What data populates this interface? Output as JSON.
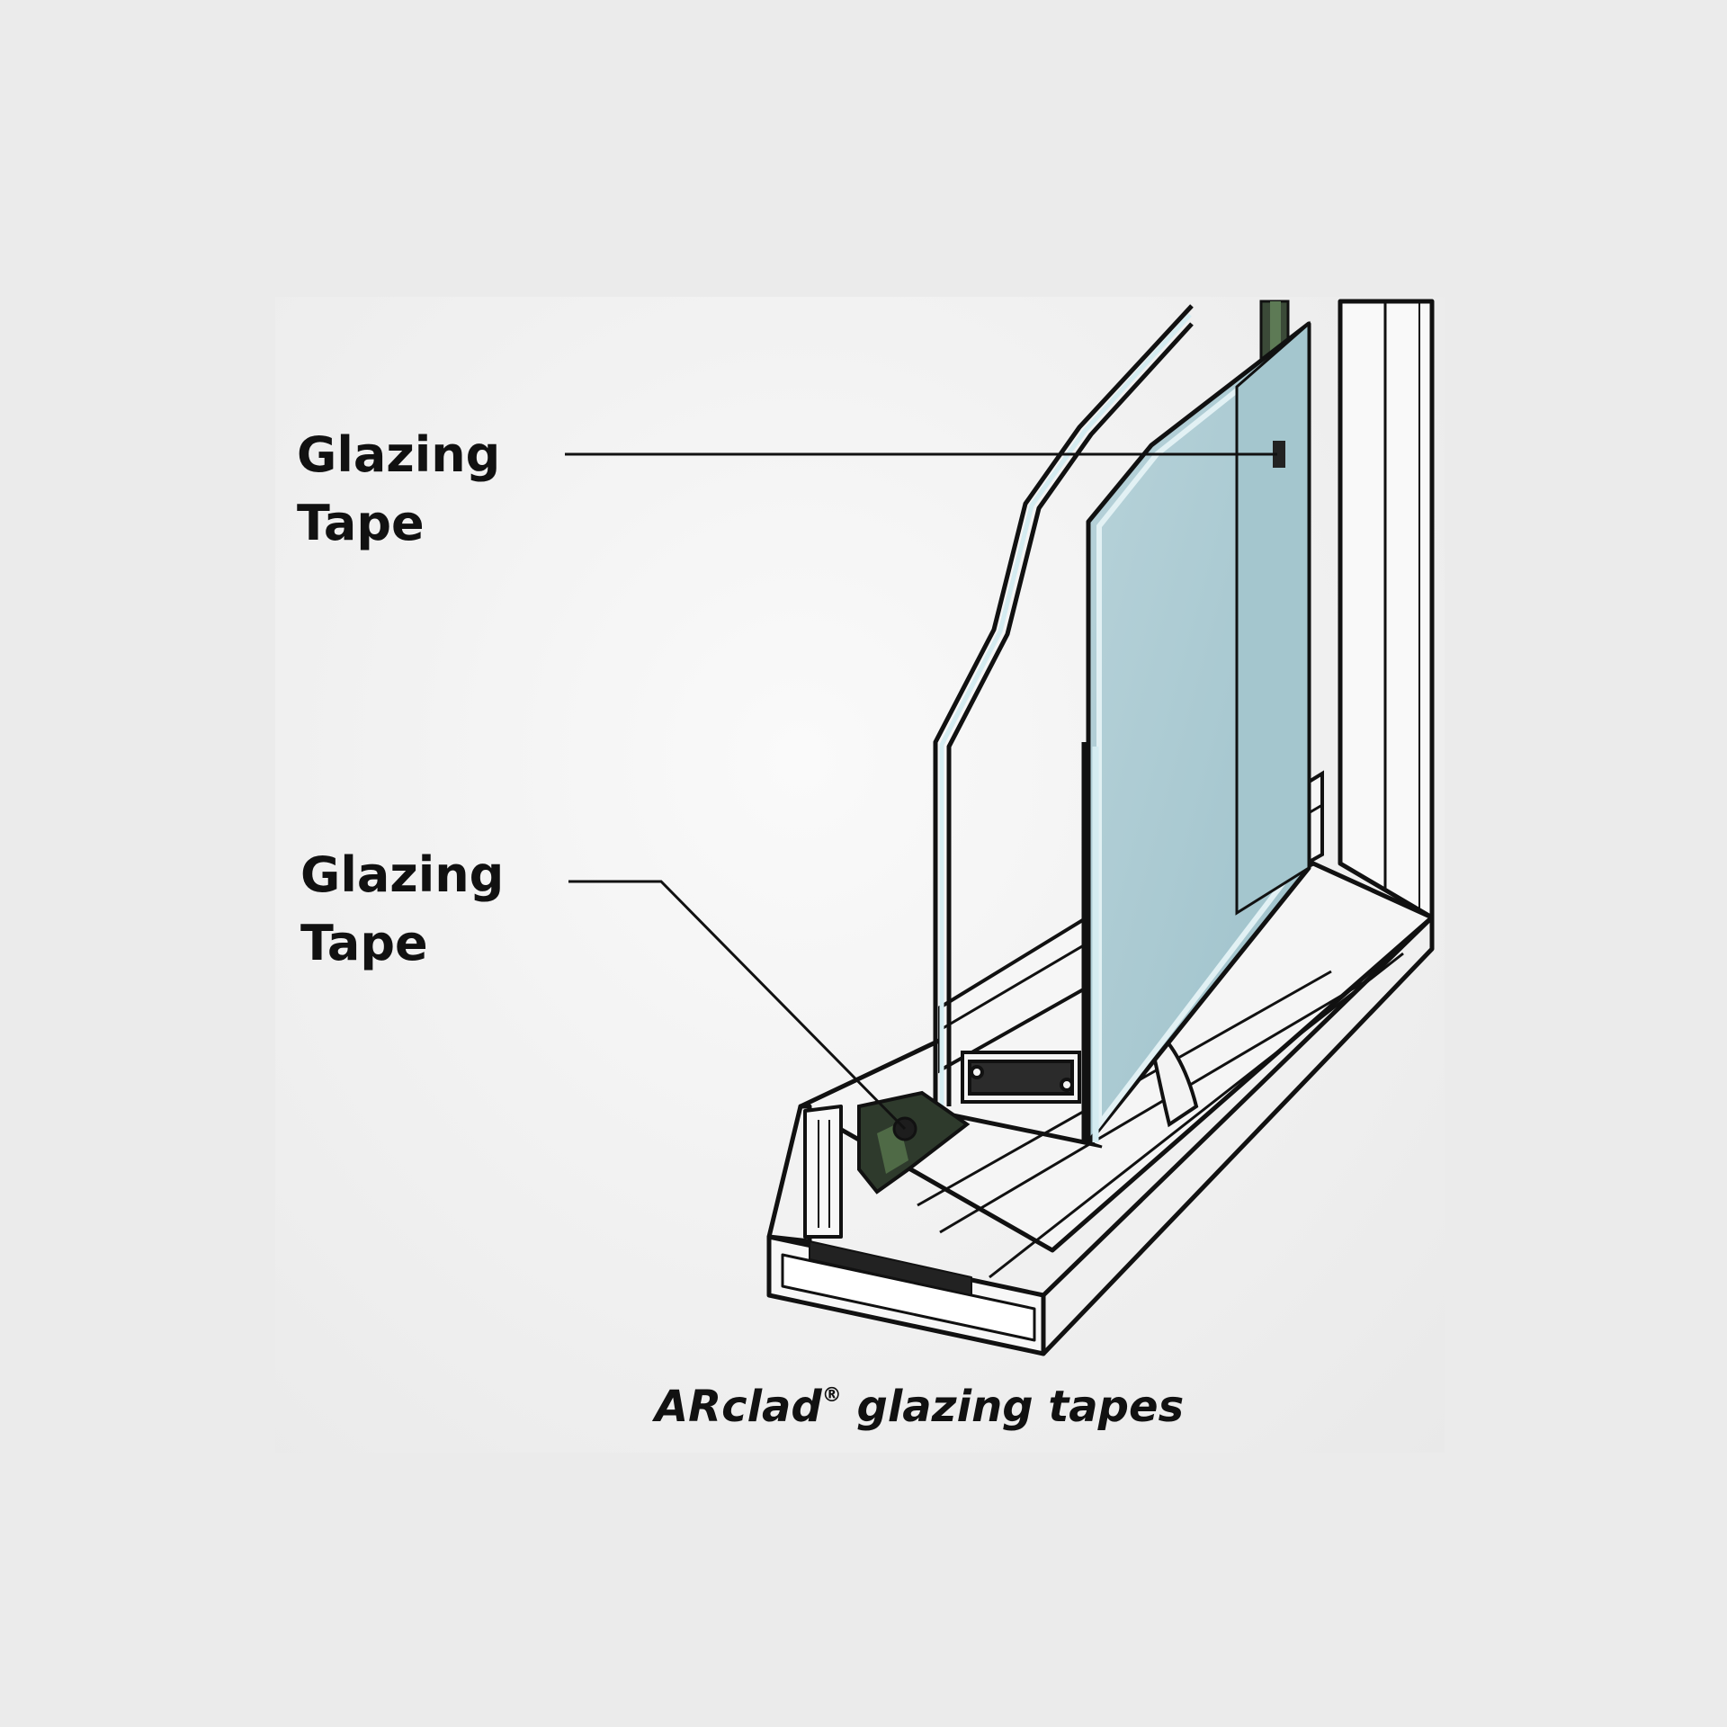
{
  "callouts": [
    {
      "line1": "Glazing",
      "line2": "Tape"
    },
    {
      "line1": "Glazing",
      "line2": "Tape"
    }
  ],
  "caption": {
    "brand": "ARclad",
    "registered_mark": "®",
    "text": " glazing tapes"
  },
  "colors": {
    "glass_tint": "#a9c9d1",
    "glass_edge": "#d9eef2",
    "tape_dark": "#2e3a2c",
    "frame_fill": "#f7f7f7",
    "outline": "#111111"
  }
}
